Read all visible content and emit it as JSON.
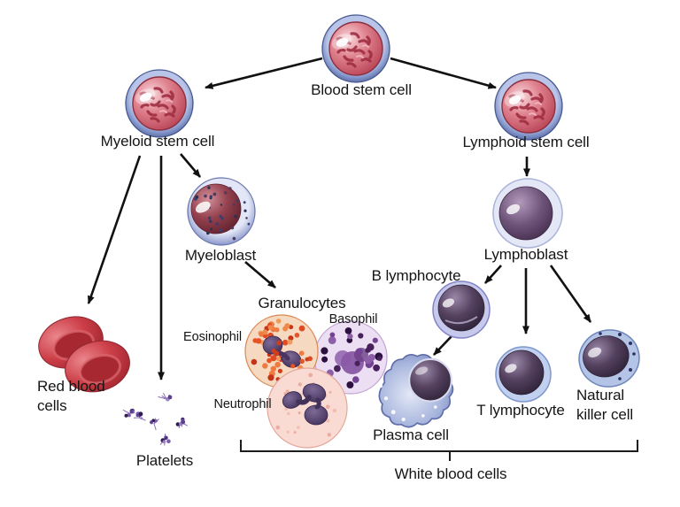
{
  "diagram": {
    "kind": "hematopoiesis-lineage-diagram",
    "background_color": "#ffffff",
    "labels": {
      "blood_stem_cell": "Blood stem cell",
      "myeloid_stem_cell": "Myeloid stem cell",
      "lymphoid_stem_cell": "Lymphoid stem cell",
      "myeloblast": "Myeloblast",
      "lymphoblast": "Lymphoblast",
      "granulocytes": "Granulocytes",
      "eosinophil": "Eosinophil",
      "basophil": "Basophil",
      "neutrophil": "Neutrophil",
      "red_blood_cells": "Red blood\ncells",
      "platelets": "Platelets",
      "b_lymphocyte": "B lymphocyte",
      "plasma_cell": "Plasma cell",
      "t_lymphocyte": "T lymphocyte",
      "natural_killer_cell": "Natural\nkiller cell",
      "white_blood_cells": "White blood cells"
    },
    "edges": [
      {
        "from": "Blood stem cell",
        "to": "Myeloid stem cell"
      },
      {
        "from": "Blood stem cell",
        "to": "Lymphoid stem cell"
      },
      {
        "from": "Myeloid stem cell",
        "to": "Red blood cells"
      },
      {
        "from": "Myeloid stem cell",
        "to": "Platelets"
      },
      {
        "from": "Myeloid stem cell",
        "to": "Myeloblast"
      },
      {
        "from": "Myeloblast",
        "to": "Granulocytes"
      },
      {
        "from": "Lymphoid stem cell",
        "to": "Lymphoblast"
      },
      {
        "from": "Lymphoblast",
        "to": "B lymphocyte"
      },
      {
        "from": "Lymphoblast",
        "to": "T lymphocyte"
      },
      {
        "from": "Lymphoblast",
        "to": "Natural killer cell"
      },
      {
        "from": "B lymphocyte",
        "to": "Plasma cell"
      }
    ],
    "groups": {
      "granulocytes_members": [
        "Eosinophil",
        "Basophil",
        "Neutrophil"
      ],
      "white_blood_cells_members": [
        "Granulocytes",
        "B lymphocyte",
        "Plasma cell",
        "T lymphocyte",
        "Natural killer cell"
      ]
    },
    "colors": {
      "arrow": "#111111",
      "label_text": "#151515",
      "stem_cell_rim": "#8ea0cf",
      "stem_cell_body": "#d96a78",
      "myeloblast_nucleus": "#8e3b4d",
      "lymphoid_nucleus": "#4a3857",
      "red_blood_cell": "#cc3e47",
      "platelet": "#5c3f8e",
      "eosinophil_granules": "#e04a22",
      "basophil_granules": "#47205c",
      "neutrophil_body": "#f9dbd4",
      "plasma_cell_body": "#9aa8d6"
    }
  }
}
